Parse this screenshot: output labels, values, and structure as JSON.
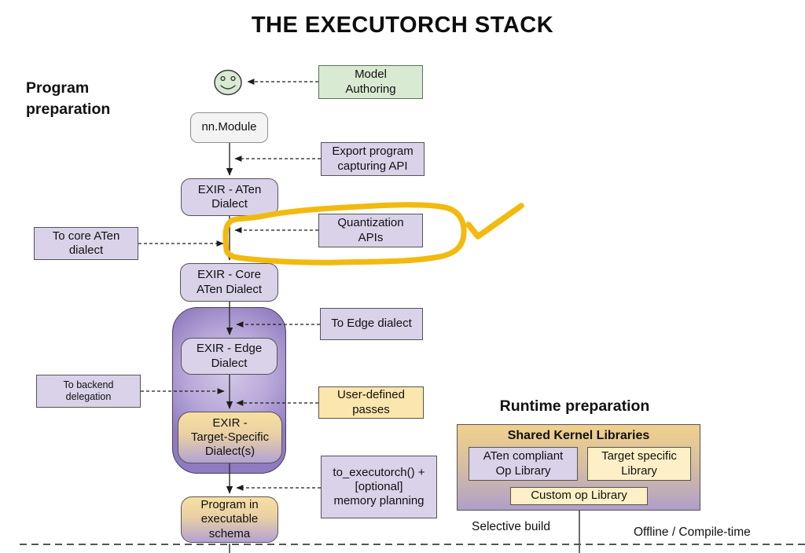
{
  "title": "THE EXECUTORCH STACK",
  "labels": {
    "program_preparation": "Program\npreparation",
    "runtime_preparation": "Runtime preparation",
    "selective_build": "Selective build",
    "offline_compile_time": "Offline / Compile-time"
  },
  "nodes": {
    "model_authoring": "Model\nAuthoring",
    "nn_module": "nn.Module",
    "export_program_capturing_api": "Export program\ncapturing API",
    "exir_aten_dialect": "EXIR - ATen\nDialect",
    "quantization_apis": "Quantization\nAPIs",
    "to_core_aten_dialect": "To core ATen\ndialect",
    "exir_core_aten_dialect": "EXIR - Core\nATen Dialect",
    "to_edge_dialect": "To Edge dialect",
    "exir_edge_dialect": "EXIR - Edge\nDialect",
    "to_backend_delegation": "To backend\ndelegation",
    "user_defined_passes": "User-defined\npasses",
    "exir_target_specific_dialects": "EXIR -\nTarget-Specific\nDialect(s)",
    "to_executorch": "to_executorch() +\n[optional]\nmemory planning",
    "program_in_executable_schema": "Program in\nexecutable\nschema"
  },
  "runtime": {
    "shared_kernel_libraries": "Shared Kernel Libraries",
    "aten_compliant_op_library": "ATen compliant\nOp Library",
    "target_specific_library": "Target specific\nLibrary",
    "custom_op_library": "Custom op Library"
  },
  "icons": {
    "author": "smiley-face-icon",
    "approved": "checkmark-icon",
    "highlight": "hand-drawn-highlight-loop"
  },
  "colors": {
    "purple_box": "#d9d2e9",
    "green_box": "#d9ead3",
    "gray_box": "#f3f3f3",
    "tan_box": "#fbe6ad",
    "cream_box": "#fdf0c6",
    "gradient_top_tan": "#f8e0a1",
    "gradient_bottom_purple": "#b2a2d4",
    "container_purple": "#9a87c6",
    "annotation_yellow": "#f2ba0e"
  }
}
